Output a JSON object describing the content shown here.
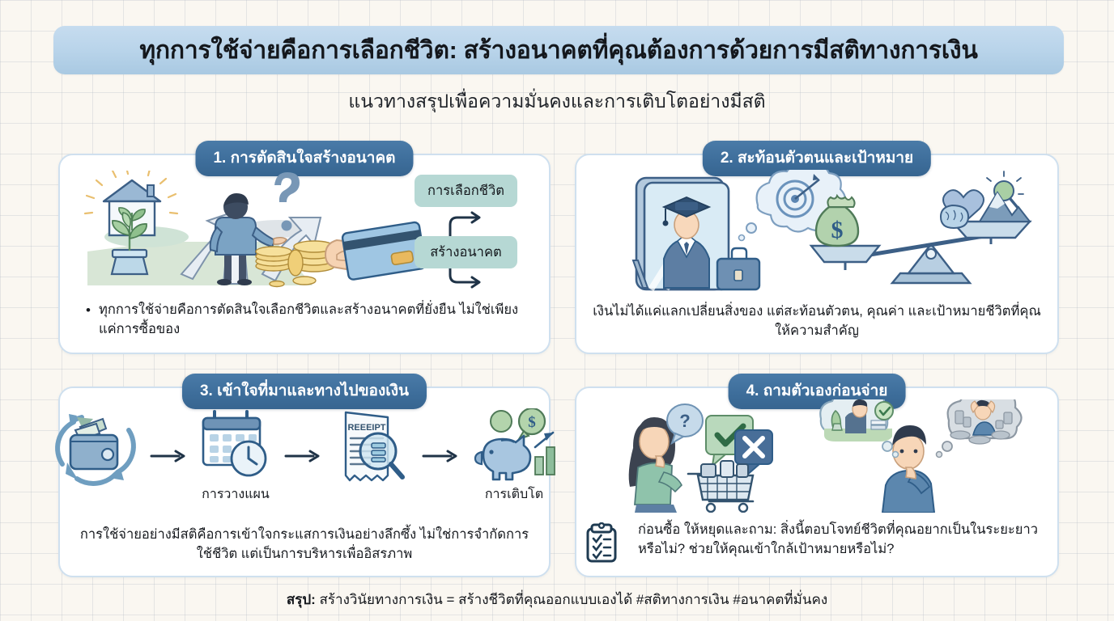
{
  "header": {
    "title": "ทุกการใช้จ่ายคือการเลือกชีวิต: สร้างอนาคตที่คุณต้องการด้วยการมีสติทางการเงิน",
    "subtitle": "แนวทางสรุปเพื่อความมั่นคงและการเติบโตอย่างมีสติ",
    "banner_color": "#b9d4ea"
  },
  "theme": {
    "background": "#faf7f1",
    "grid_line": "#b0bac4",
    "badge_blue": "#3d6d9a",
    "card_border": "#cfe0ef",
    "pill_teal": "#b6d8d4",
    "accent_green": "#9fc9a8"
  },
  "cards": [
    {
      "badge": "1. การตัดสินใจสร้างอนาคต",
      "body": "ทุกการใช้จ่ายคือการตัดสินใจเลือกชีวิตและสร้างอนาคตที่ยั่งยืน ไม่ใช่เพียงแค่การซื้อของ",
      "art": {
        "name": "crossroads-decision-illustration",
        "pill_top": "การเลือกชีวิต",
        "pill_bottom": "สร้างอนาคต"
      }
    },
    {
      "badge": "2. สะท้อนตัวตนและเป้าหมาย",
      "body": "เงินไม่ได้แค่แลกเปลี่ยนสิ่งของ แต่สะท้อนตัวตน, คุณค่า และเป้าหมายชีวิตที่คุณให้ความสำคัญ",
      "art": {
        "name": "mirror-and-balance-scale-illustration"
      }
    },
    {
      "badge": "3. เข้าใจที่มาและทางไปของเงิน",
      "body": "การใช้จ่ายอย่างมีสติคือการเข้าใจกระแสการเงินอย่างลึกซึ้ง ไม่ใช่การจำกัดการใช้ชีวิต แต่เป็นการบริหารเพื่ออิสรภาพ",
      "art": {
        "name": "money-flow-process-illustration",
        "steps": [
          {
            "icon": "wallet-cycle-icon",
            "label": ""
          },
          {
            "icon": "calendar-clock-icon",
            "label": "การวางแผน"
          },
          {
            "icon": "receipt-magnifier-icon",
            "label": ""
          },
          {
            "icon": "piggy-bank-growth-icon",
            "label": "การเติบโต"
          }
        ],
        "receipt_text": "REEEIPT"
      }
    },
    {
      "badge": "4. ถามตัวเองก่อนจ่าย",
      "body": "ก่อนซื้อ ให้หยุดและถาม: สิ่งนี้ตอบโจทย์ชีวิตที่คุณอยากเป็นในระยะยาวหรือไม่? ช่วยให้คุณเข้าใกล้เป้าหมายหรือไม่?",
      "art": {
        "name": "shopper-question-and-thought-bubbles-illustration"
      },
      "icon": "checklist-clipboard-icon"
    }
  ],
  "footer": {
    "label": "สรุป:",
    "text": "สร้างวินัยทางการเงิน = สร้างชีวิตที่คุณออกแบบเองได้ #สติทางการเงิน #อนาคตที่มั่นคง"
  }
}
